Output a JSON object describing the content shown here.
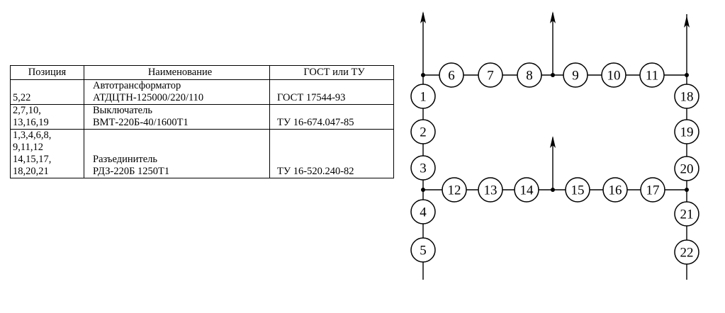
{
  "table": {
    "headers": [
      "Позиция",
      "Наименование",
      "ГОСТ или ТУ"
    ],
    "rows": [
      {
        "pos": "\n5,22",
        "name": "Автотрансформатор\nАТДЦТН-125000/220/110",
        "std": "\nГОСТ 17544-93"
      },
      {
        "pos": "2,7,10,\n13,16,19",
        "name": "Выключатель\nВМТ-220Б-40/1600Т1",
        "std": "\nТУ 16-674.047-85"
      },
      {
        "pos": "1,3,4,6,8,\n9,11,12\n14,15,17,\n18,20,21",
        "name": "\n\nРазъединитель\nРДЗ-220Б 1250Т1",
        "std": "\n\n\nТУ 16-520.240-82"
      }
    ]
  },
  "diagram": {
    "top_row": [
      "6",
      "7",
      "8",
      "9",
      "10",
      "11"
    ],
    "middle_row": [
      "12",
      "13",
      "14",
      "15",
      "16",
      "17"
    ],
    "left_column": [
      "1",
      "2",
      "3",
      "4",
      "5"
    ],
    "right_column": [
      "18",
      "19",
      "20",
      "21",
      "22"
    ]
  }
}
